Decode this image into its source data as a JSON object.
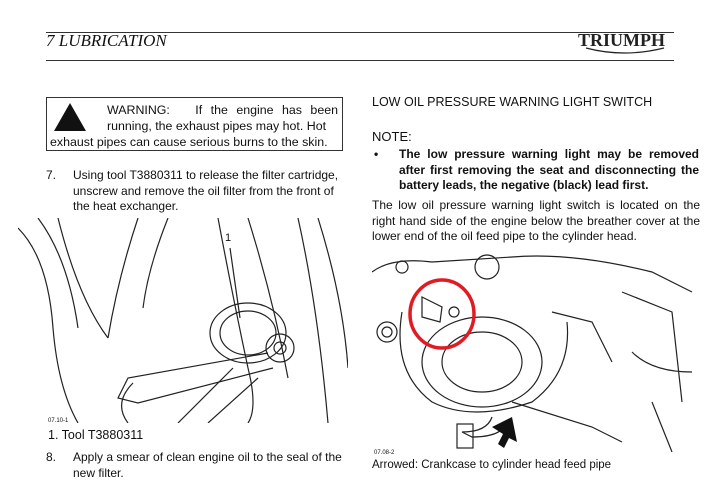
{
  "header": {
    "section_title": "7 LUBRICATION",
    "brand_logo": "TRIUMPH"
  },
  "warning": {
    "label": "WARNING:",
    "text_line1": "If the engine has been",
    "text_line2": "running, the exhaust pipes may hot. Hot",
    "text_line3": "exhaust pipes can cause serious burns to the skin."
  },
  "left": {
    "step7": {
      "number": "7.",
      "text": "Using tool T3880311 to release the filter cartridge, unscrew and remove the oil filter from the front of the heat exchanger."
    },
    "figure": {
      "callout": "1",
      "code": "07.10-1",
      "caption": "1. Tool T3880311"
    },
    "step8": {
      "number": "8.",
      "text": "Apply a smear of clean engine oil to the seal of the new filter."
    }
  },
  "right": {
    "heading": "LOW OIL PRESSURE WARNING LIGHT SWITCH",
    "note_label": "NOTE:",
    "note_bullet": "The low pressure warning light may be removed after first removing the seat and disconnecting the battery leads, the negative (black) lead first.",
    "paragraph": "The low oil pressure warning light switch is located on the right hand side of the engine below the breather cover at the lower end of the oil feed pipe to the cylinder head.",
    "figure": {
      "code": "07.08-2",
      "caption": "Arrowed: Crankcase to cylinder head feed pipe"
    }
  },
  "colors": {
    "annotation_circle": "#e01b24"
  }
}
